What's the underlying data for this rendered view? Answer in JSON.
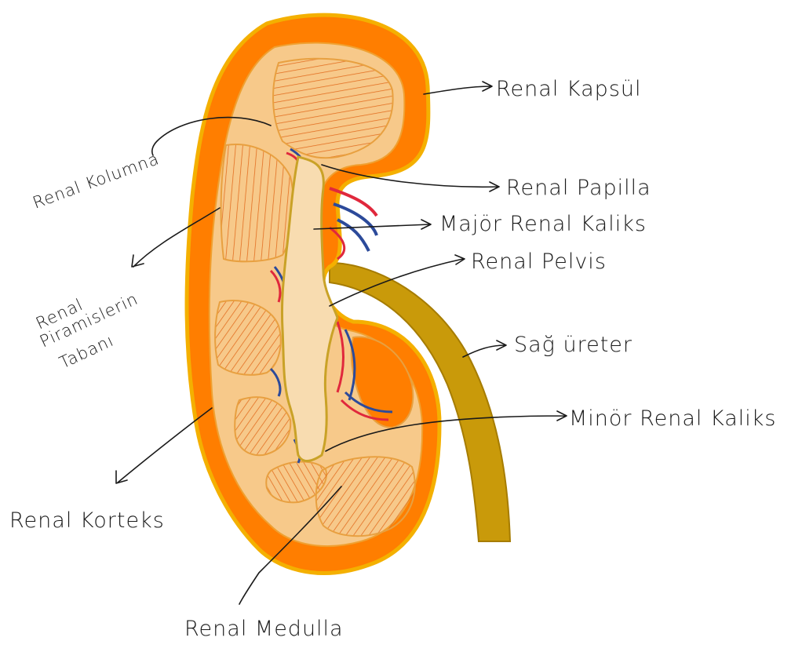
{
  "labels": {
    "renal_kapsul": "Renal Kapsül",
    "renal_kolumna": "Renal Kolumna",
    "renal_papilla": "Renal Papilla",
    "major_renal_kaliks": "Majör Renal Kaliks",
    "renal_pelvis": "Renal Pelvis",
    "sag_ureter": "Sağ üreter",
    "minor_renal_kaliks": "Minör Renal Kaliks",
    "renal_piramislerin_tabani_line1": "Renal",
    "renal_piramislerin_tabani_line2": "Piramislerin",
    "renal_piramislerin_tabani_line3": "Tabanı",
    "renal_korteks": "Renal Korteks",
    "renal_medulla": "Renal Medulla"
  },
  "colors": {
    "capsule": "#ff7e00",
    "capsule_edge": "#f4b000",
    "cortex_inner": "#f7c98a",
    "pyramid_fill": "#ffffff",
    "pyramid_hatch": "#e26a1c",
    "pelvis": "#f8dcb0",
    "pelvis_edge": "#c9a227",
    "ureter": "#c99a0a",
    "artery": "#e0283c",
    "vein": "#2c4a9a"
  }
}
